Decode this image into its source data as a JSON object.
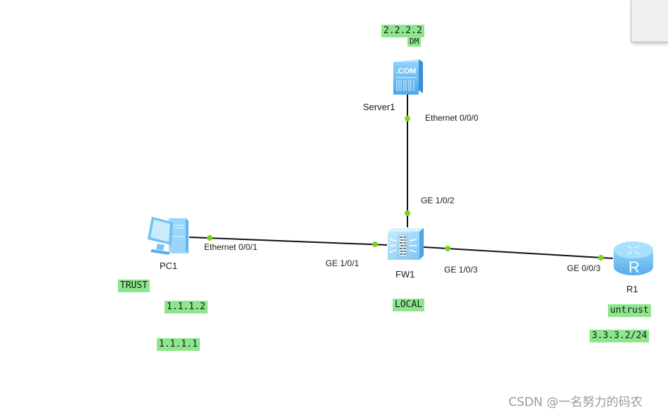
{
  "devices": {
    "server1": {
      "name": "Server1",
      "icon": "server-com-icon",
      "icon_text": ".COM"
    },
    "fw1": {
      "name": "FW1",
      "icon": "firewall-icon"
    },
    "pc1": {
      "name": "PC1",
      "icon": "pc-icon"
    },
    "r1": {
      "name": "R1",
      "icon": "router-icon",
      "icon_text": "R"
    }
  },
  "links": [
    {
      "from": "server1",
      "to": "fw1",
      "from_port": "Ethernet 0/0/0",
      "to_port": "GE 1/0/2"
    },
    {
      "from": "pc1",
      "to": "fw1",
      "from_port": "Ethernet 0/0/1",
      "to_port": "GE 1/0/1"
    },
    {
      "from": "fw1",
      "to": "r1",
      "from_port": "GE 1/0/3",
      "to_port": "GE 0/0/3"
    }
  ],
  "annotations": {
    "server_ip": "2.2.2.2",
    "server_zone": "DM",
    "pc_zone": "TRUST",
    "pc_ip": "1.1.1.2",
    "pc_gateway": "1.1.1.1",
    "fw_zone": "LOCAL",
    "r1_zone": "untrust",
    "r1_ip": "3.3.3.2/24"
  },
  "colors": {
    "tag_bg": "#8de68d",
    "port_dot": "#7ed321",
    "link": "#111111",
    "device_blue": "#79c4f5"
  },
  "watermark": "CSDN @一名努力的码农"
}
